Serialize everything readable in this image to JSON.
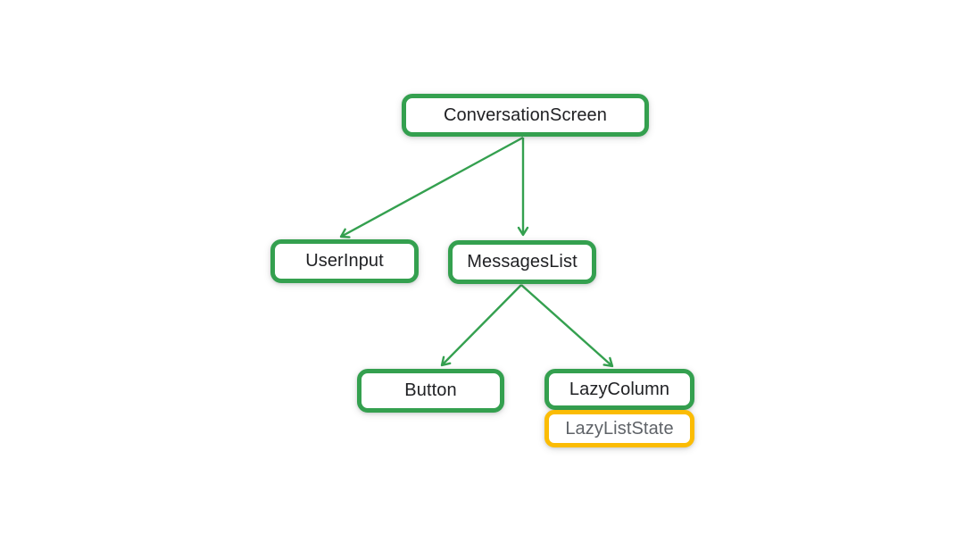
{
  "diagram": {
    "type": "component-tree",
    "colors": {
      "node_border_green": "#34A04F",
      "node_border_yellow": "#FBBC04",
      "edge_green": "#34A04F",
      "label_dark": "#202124",
      "label_gray": "#5F6368",
      "background": "#FFFFFF"
    },
    "nodes": [
      {
        "id": "conversation-screen",
        "label": "ConversationScreen",
        "border": "green",
        "text_color": "dark"
      },
      {
        "id": "user-input",
        "label": "UserInput",
        "border": "green",
        "text_color": "dark"
      },
      {
        "id": "messages-list",
        "label": "MessagesList",
        "border": "green",
        "text_color": "dark"
      },
      {
        "id": "button",
        "label": "Button",
        "border": "green",
        "text_color": "dark"
      },
      {
        "id": "lazy-column",
        "label": "LazyColumn",
        "border": "green",
        "text_color": "dark"
      },
      {
        "id": "lazy-list-state",
        "label": "LazyListState",
        "border": "yellow",
        "text_color": "gray"
      }
    ],
    "edges": [
      {
        "from": "ConversationScreen",
        "to": "UserInput"
      },
      {
        "from": "ConversationScreen",
        "to": "MessagesList"
      },
      {
        "from": "MessagesList",
        "to": "Button"
      },
      {
        "from": "MessagesList",
        "to": "LazyColumn"
      }
    ]
  }
}
